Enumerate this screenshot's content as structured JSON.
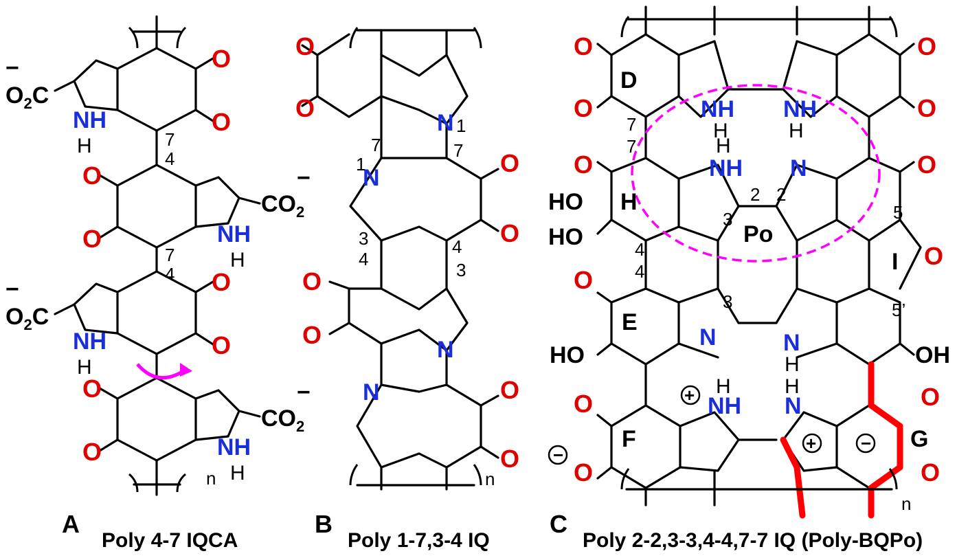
{
  "panels": [
    {
      "letter": "A",
      "caption": "Poly 4-7 IQCA"
    },
    {
      "letter": "B",
      "caption": "Poly 1-7,3-4 IQ"
    },
    {
      "letter": "C",
      "caption": "Poly 2-2,3-3,4-4,7-7 IQ (Poly-BQPo)"
    }
  ],
  "labels": {
    "o": "O",
    "n": "N",
    "nh": "NH",
    "h": "H",
    "ho": "HO",
    "oh": "OH",
    "co2": "CO",
    "sub2": "2",
    "o2c": "O",
    "c": "C",
    "repeat": "n",
    "po": "Po",
    "plus": "+",
    "minus": "−",
    "ring_d": "D",
    "ring_h": "H",
    "ring_e": "E",
    "ring_f": "F",
    "ring_g": "G",
    "ring_i": "I",
    "num_1": "1",
    "num_2": "2",
    "num_3": "3",
    "num_4": "4",
    "num_5": "5",
    "num_5p": "5’",
    "num_7": "7"
  },
  "colors": {
    "oxygen": "#e00000",
    "nitrogen": "#1a2fd6",
    "highlight": "#ff0000",
    "arrow": "#ff00ff"
  }
}
